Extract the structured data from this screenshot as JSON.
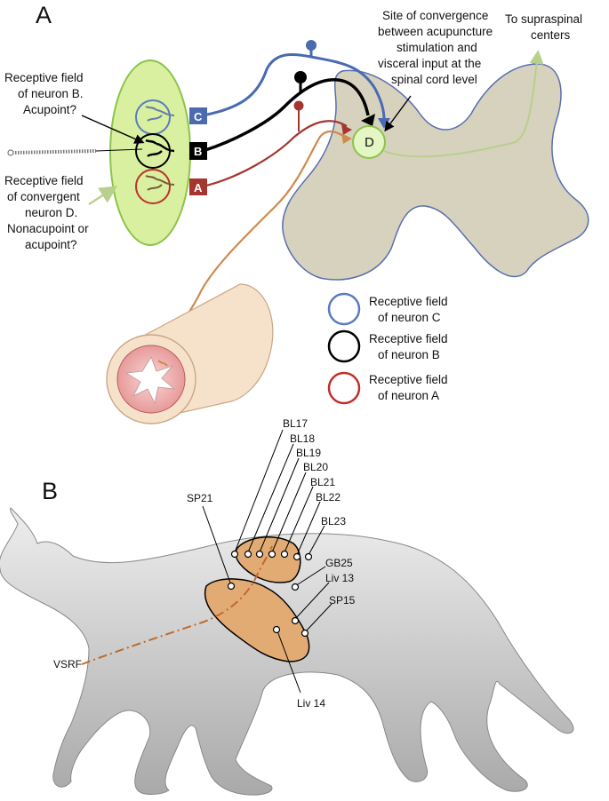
{
  "panel_a": {
    "letter": "A",
    "convergence_label": [
      "Site of convergence",
      "between acupuncture",
      "stimulation and",
      "visceral input at the",
      "spinal cord level"
    ],
    "supraspinal_label": [
      "To supraspinal",
      "centers"
    ],
    "rf_b_label": [
      "Receptive field",
      "of neuron B.",
      "Acupoint?"
    ],
    "rf_d_label": [
      "Receptive field",
      "of convergent",
      "neuron D.",
      "Nonacupoint or",
      "acupoint?"
    ],
    "neuron_c": "C",
    "neuron_b": "B",
    "neuron_a": "A",
    "neuron_d": "D",
    "legend": [
      {
        "line1": "Receptive field",
        "line2": "of neuron C",
        "color": "#5b7bbf"
      },
      {
        "line1": "Receptive field",
        "line2": "of neuron B",
        "color": "#000000"
      },
      {
        "line1": "Receptive field",
        "line2": "of neuron A",
        "color": "#c0302b"
      }
    ],
    "colors": {
      "neuron_c": "#4a6bb0",
      "neuron_b": "#000000",
      "neuron_a": "#a5362f",
      "visceral": "#cf8a4e",
      "spinal_cord": "#d6d2be",
      "receptive_zone": "#d8f0a0",
      "neuron_d": "#e4f6c4"
    }
  },
  "panel_b": {
    "letter": "B",
    "points": [
      "BL17",
      "BL18",
      "BL19",
      "BL20",
      "BL21",
      "BL22",
      "BL23",
      "SP21",
      "GB25",
      "Liv 13",
      "SP15",
      "Liv 14"
    ],
    "vsrf_label": "VSRF",
    "colors": {
      "body": "#c8c8c8",
      "field": "#e3ab74",
      "vsrf": "#c06a2a"
    }
  }
}
